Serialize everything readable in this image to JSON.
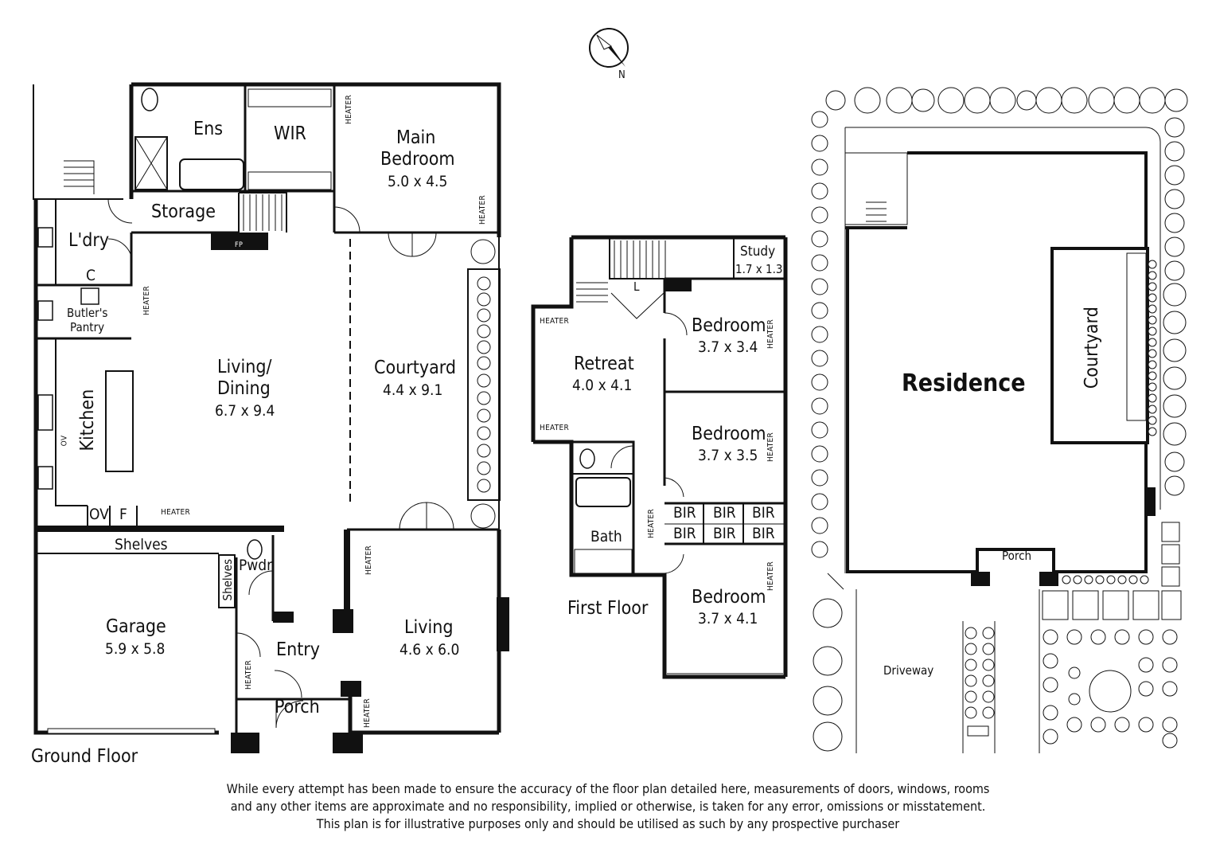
{
  "compass": {
    "north_label": "N"
  },
  "ground_floor": {
    "title": "Ground Floor",
    "rooms": {
      "ens": "Ens",
      "wir": "WIR",
      "main_bedroom": {
        "name_line1": "Main",
        "name_line2": "Bedroom",
        "dims": "5.0 x 4.5"
      },
      "storage": "Storage",
      "laundry": "L'dry",
      "cupboard": "C",
      "butlers_pantry": {
        "line1": "Butler's",
        "line2": "Pantry"
      },
      "kitchen": "Kitchen",
      "living_dining": {
        "name_line1": "Living/",
        "name_line2": "Dining",
        "dims": "6.7 x 9.4"
      },
      "courtyard": {
        "name": "Courtyard",
        "dims": "4.4 x 9.1"
      },
      "garage": {
        "name": "Garage",
        "dims": "5.9 x 5.8"
      },
      "shelves_top": "Shelves",
      "shelves_side": "Shelves",
      "pwdr": "Pwdr",
      "entry": "Entry",
      "porch": "Porch",
      "living": {
        "name": "Living",
        "dims": "4.6 x 6.0"
      },
      "ov_fridge": {
        "ov": "OV",
        "f": "F"
      },
      "ov_small": "OV",
      "fireplace": "FP"
    },
    "heater": "HEATER"
  },
  "first_floor": {
    "title": "First Floor",
    "rooms": {
      "study": {
        "name": "Study",
        "dims": "1.7 x 1.3"
      },
      "linen": "L",
      "retreat": {
        "name": "Retreat",
        "dims": "4.0 x 4.1"
      },
      "bedroom1": {
        "name": "Bedroom",
        "dims": "3.7 x 3.4"
      },
      "bedroom2": {
        "name": "Bedroom",
        "dims": "3.7 x 3.5"
      },
      "bedroom3": {
        "name": "Bedroom",
        "dims": "3.7 x 4.1"
      },
      "bath": "Bath",
      "bir": "BIR"
    },
    "heater": "HEATER"
  },
  "site_plan": {
    "residence": "Residence",
    "courtyard": "Courtyard",
    "porch": "Porch",
    "driveway": "Driveway"
  },
  "disclaimer": {
    "line1": "While every attempt has been made to ensure the accuracy of the floor plan detailed here, measurements of doors, windows, rooms",
    "line2": "and any other items are approximate and no responsibility, implied or otherwise, is taken for any error, omissions or misstatement.",
    "line3": "This plan is for illustrative purposes only and should be utilised as such by any prospective purchaser"
  }
}
